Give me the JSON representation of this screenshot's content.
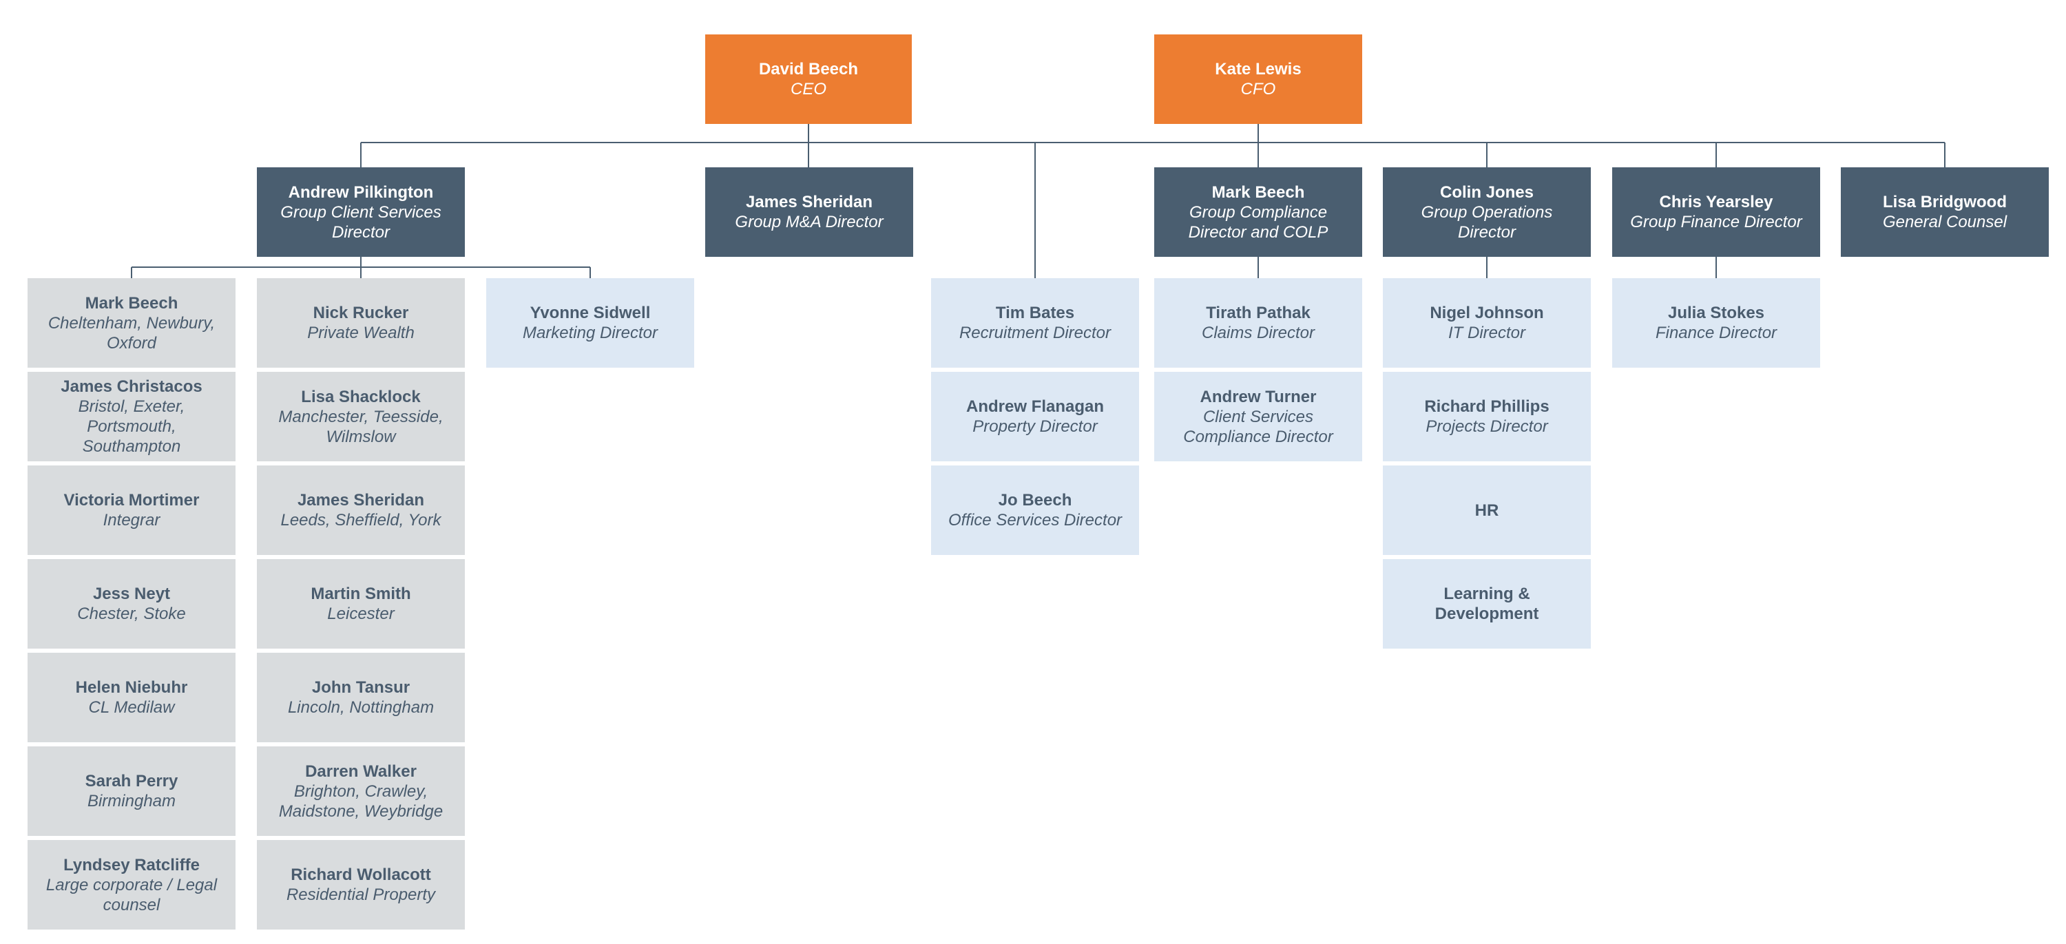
{
  "colors": {
    "executive": "#ED7D31",
    "director": "#4A5E70",
    "regional": "#D9DCDE",
    "department": "#DDE8F4",
    "connector": "#4A5E70",
    "text_dark": "#4A5C6E",
    "text_light": "#FFFFFF"
  },
  "executives": [
    {
      "id": "david-beech",
      "name": "David Beech",
      "role": "CEO"
    },
    {
      "id": "kate-lewis",
      "name": "Kate Lewis",
      "role": "CFO"
    }
  ],
  "directors": [
    {
      "id": "andrew-pilkington",
      "name": "Andrew Pilkington",
      "role": "Group Client Services Director"
    },
    {
      "id": "james-sheridan",
      "name": "James Sheridan",
      "role": "Group M&A Director"
    },
    {
      "id": "mark-beech",
      "name": "Mark Beech",
      "role": "Group Compliance Director and COLP"
    },
    {
      "id": "colin-jones",
      "name": "Colin Jones",
      "role": "Group Operations Director"
    },
    {
      "id": "chris-yearsley",
      "name": "Chris Yearsley",
      "role": "Group Finance Director"
    },
    {
      "id": "lisa-bridgwood",
      "name": "Lisa Bridgwood",
      "role": "General Counsel"
    }
  ],
  "client_services_regions": [
    [
      {
        "name": "Mark Beech",
        "role": "Cheltenham, Newbury, Oxford"
      },
      {
        "name": "James Christacos",
        "role": "Bristol, Exeter, Portsmouth, Southampton"
      },
      {
        "name": "Victoria Mortimer",
        "role": "Integrar"
      },
      {
        "name": "Jess Neyt",
        "role": "Chester, Stoke"
      },
      {
        "name": "Helen Niebuhr",
        "role": "CL Medilaw"
      },
      {
        "name": "Sarah Perry",
        "role": "Birmingham"
      },
      {
        "name": "Lyndsey Ratcliffe",
        "role": "Large corporate / Legal counsel"
      }
    ],
    [
      {
        "name": "Nick Rucker",
        "role": "Private Wealth"
      },
      {
        "name": "Lisa Shacklock",
        "role": "Manchester, Teesside, Wilmslow"
      },
      {
        "name": "James Sheridan",
        "role": "Leeds, Sheffield, York"
      },
      {
        "name": "Martin Smith",
        "role": "Leicester"
      },
      {
        "name": "John Tansur",
        "role": "Lincoln, Nottingham"
      },
      {
        "name": "Darren Walker",
        "role": "Brighton, Crawley, Maidstone, Weybridge"
      },
      {
        "name": "Richard Wollacott",
        "role": "Residential Property"
      }
    ]
  ],
  "marketing": [
    {
      "name": "Yvonne Sidwell",
      "role": "Marketing Director"
    }
  ],
  "ceo_reports": [
    {
      "name": "Tim Bates",
      "role": "Recruitment Director"
    },
    {
      "name": "Andrew Flanagan",
      "role": "Property Director"
    },
    {
      "name": "Jo Beech",
      "role": "Office Services Director"
    }
  ],
  "compliance_reports": [
    {
      "name": "Tirath Pathak",
      "role": "Claims Director"
    },
    {
      "name": "Andrew Turner",
      "role": "Client Services Compliance Director"
    }
  ],
  "operations_reports": [
    {
      "name": "Nigel Johnson",
      "role": "IT Director"
    },
    {
      "name": "Richard Phillips",
      "role": "Projects Director"
    },
    {
      "name": "HR",
      "role": ""
    },
    {
      "name": "Learning & Development",
      "role": ""
    }
  ],
  "finance_reports": [
    {
      "name": "Julia Stokes",
      "role": "Finance Director"
    }
  ]
}
